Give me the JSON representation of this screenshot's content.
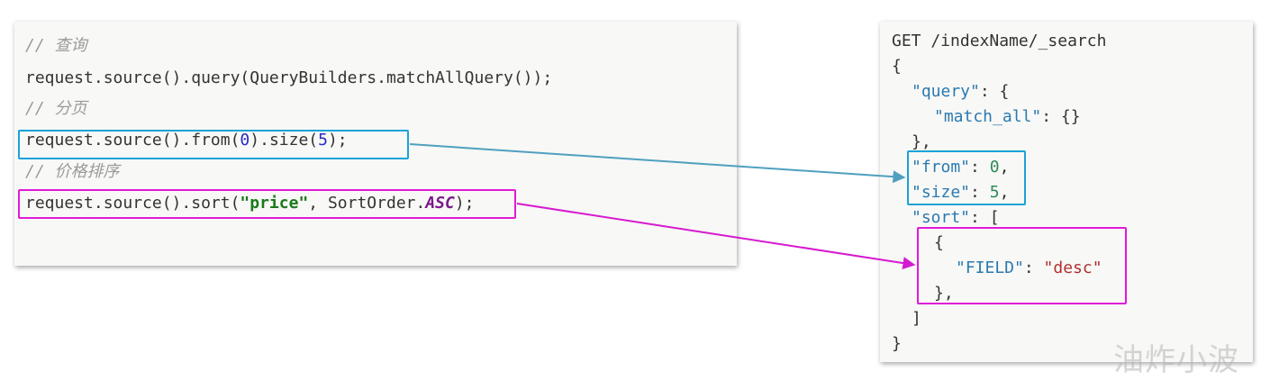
{
  "left_code": {
    "comment_query": "// 查询",
    "line_query": "request.source().query(QueryBuilders.matchAllQuery());",
    "comment_paging": "// 分页",
    "line_paging": {
      "prefix": "request.source().from(",
      "from_value": "0",
      "mid": ").size(",
      "size_value": "5",
      "suffix": ");"
    },
    "comment_sort": "// 价格排序",
    "line_sort": {
      "prefix": "request.source().sort(",
      "field_string": "\"price\"",
      "mid": ", SortOrder.",
      "order_enum": "ASC",
      "suffix": ");"
    }
  },
  "right_code": {
    "request_line": "GET /indexName/_search",
    "open_brace": "{",
    "query_key": "\"query\"",
    "query_after": ": {",
    "match_all_key": "\"match_all\"",
    "match_all_after": ": {}",
    "query_close": "},",
    "from_key": "\"from\"",
    "from_sep": ": ",
    "from_value": "0",
    "from_comma": ",",
    "size_key": "\"size\"",
    "size_sep": ": ",
    "size_value": "5",
    "size_comma": ",",
    "sort_key": "\"sort\"",
    "sort_after": ": [",
    "sort_obj_open": "{",
    "field_key": "\"FIELD\"",
    "field_sep": ": ",
    "field_value": "\"desc\"",
    "sort_obj_close": "},",
    "sort_close": "]",
    "close_brace": "}"
  },
  "colors": {
    "paging_highlight": "#1aa3d8",
    "sort_highlight": "#e01ad8"
  },
  "watermark": "油炸小波"
}
